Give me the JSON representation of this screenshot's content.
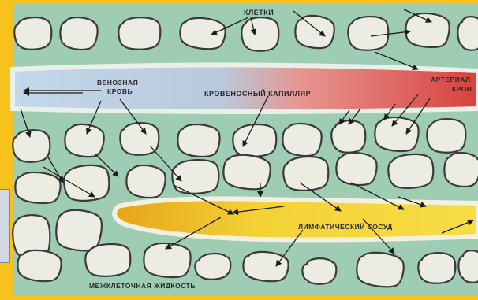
{
  "labels": {
    "cells": "КЛЕТКИ",
    "venous_line1": "ВЕНОЗНАЯ",
    "venous_line2": "КРОВЬ",
    "capillary": "КРОВЕНОСНЫЙ КАПИЛЛЯР",
    "arterial_line1": "АРТЕРИАЛ",
    "arterial_line2": "КРОВ",
    "lymph_vessel": "ЛИМФАТИЧЕСКИЙ СОСУД",
    "interstitial_fluid": "МЕЖКЛЕТОЧНАЯ ЖИДКОСТЬ"
  },
  "colors": {
    "frame": "#f7c21b",
    "tissue": "#9fcdb4",
    "cell_fill": "#ecece2",
    "cell_stroke": "#3a3a3a",
    "venous_blood": "#a9c7df",
    "arterial_blood": "#dd4e49",
    "lymph": "#f3d332",
    "lymph_dark": "#e2a818",
    "side_tab": "#d2d7e2"
  }
}
